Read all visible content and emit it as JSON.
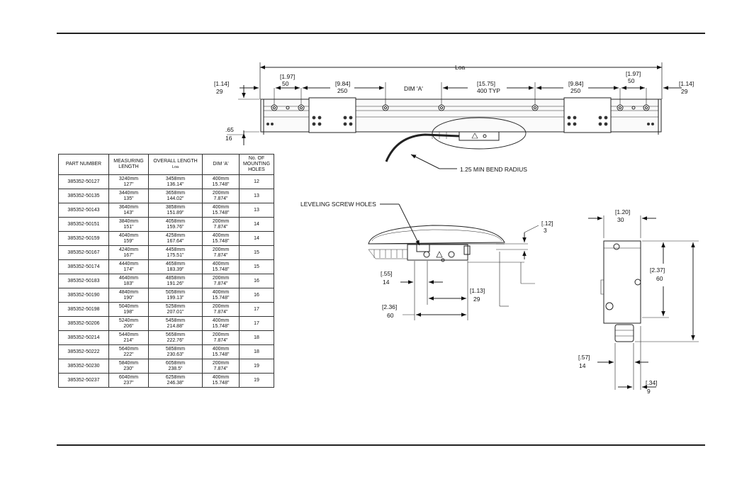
{
  "top": {
    "loa": "Loa",
    "left_end_in": "[1.14]",
    "left_end_mm": "29",
    "right_end_in": "[1.14]",
    "right_end_mm": "29",
    "left_hole_in": "[1.97]",
    "left_hole_mm": "50",
    "right_hole_in": "[1.97]",
    "right_hole_mm": "50",
    "left_pitch_in": "[9.84]",
    "left_pitch_mm": "250",
    "right_pitch_in": "[9.84]",
    "right_pitch_mm": "250",
    "dim_a": "DIM 'A'",
    "typ_in": "[15.75]",
    "typ_mm": "400 TYP",
    "height_in": ".65",
    "height_mm": "16",
    "bend_radius": "1.25 MIN BEND RADIUS"
  },
  "side": {
    "leveling": "LEVELING SCREW HOLES",
    "d12_in": "[.12]",
    "d12_mm": "3",
    "d55_in": "[.55]",
    "d55_mm": "14",
    "d113_in": "[1.13]",
    "d113_mm": "29",
    "d236_in": "[2.36]",
    "d236_mm": "60"
  },
  "end_view": {
    "d120_in": "[1.20]",
    "d120_mm": "30",
    "d237_in": "[2.37]",
    "d237_mm": "60",
    "d57_in": "[.57]",
    "d57_mm": "14",
    "d34_in": "[.34]",
    "d34_mm": "9"
  },
  "table": {
    "headers": {
      "part": "PART NUMBER",
      "measuring": "MEASURING LENGTH",
      "overall": "OVERALL LENGTH",
      "overall_sub": "Loa",
      "dim_a": "DIM 'A'",
      "holes": "No. OF MOUNTING HOLES"
    },
    "rows": [
      {
        "part": "385352-50127",
        "mm": "3240mm",
        "in": "127\"",
        "olmm": "3458mm",
        "olin": "136.14\"",
        "damm": "400mm",
        "dain": "15.748\"",
        "holes": "12"
      },
      {
        "part": "385352-50135",
        "mm": "3440mm",
        "in": "135\"",
        "olmm": "3658mm",
        "olin": "144.02\"",
        "damm": "200mm",
        "dain": "7.874\"",
        "holes": "13"
      },
      {
        "part": "385352-50143",
        "mm": "3640mm",
        "in": "143\"",
        "olmm": "3858mm",
        "olin": "151.89\"",
        "damm": "400mm",
        "dain": "15.748\"",
        "holes": "13"
      },
      {
        "part": "385352-50151",
        "mm": "3840mm",
        "in": "151\"",
        "olmm": "4058mm",
        "olin": "159.76\"",
        "damm": "200mm",
        "dain": "7.874\"",
        "holes": "14"
      },
      {
        "part": "385352-50159",
        "mm": "4040mm",
        "in": "159\"",
        "olmm": "4258mm",
        "olin": "167.64\"",
        "damm": "400mm",
        "dain": "15.748\"",
        "holes": "14"
      },
      {
        "part": "385352-50167",
        "mm": "4240mm",
        "in": "167\"",
        "olmm": "4458mm",
        "olin": "175.51\"",
        "damm": "200mm",
        "dain": "7.874\"",
        "holes": "15"
      },
      {
        "part": "385352-50174",
        "mm": "4440mm",
        "in": "174\"",
        "olmm": "4658mm",
        "olin": "183.39\"",
        "damm": "400mm",
        "dain": "15.748\"",
        "holes": "15"
      },
      {
        "part": "385352-50183",
        "mm": "4640mm",
        "in": "183\"",
        "olmm": "4858mm",
        "olin": "191.26\"",
        "damm": "200mm",
        "dain": "7.874\"",
        "holes": "16"
      },
      {
        "part": "385352-50190",
        "mm": "4840mm",
        "in": "190\"",
        "olmm": "5058mm",
        "olin": "199.13\"",
        "damm": "400mm",
        "dain": "15.748\"",
        "holes": "16"
      },
      {
        "part": "385352-50198",
        "mm": "5040mm",
        "in": "198\"",
        "olmm": "5258mm",
        "olin": "207.01\"",
        "damm": "200mm",
        "dain": "7.874\"",
        "holes": "17"
      },
      {
        "part": "385352-50206",
        "mm": "5240mm",
        "in": "206\"",
        "olmm": "5458mm",
        "olin": "214.88\"",
        "damm": "400mm",
        "dain": "15.748\"",
        "holes": "17"
      },
      {
        "part": "385352-50214",
        "mm": "5440mm",
        "in": "214\"",
        "olmm": "5658mm",
        "olin": "222.76\"",
        "damm": "200mm",
        "dain": "7.874\"",
        "holes": "18"
      },
      {
        "part": "385352-50222",
        "mm": "5640mm",
        "in": "222\"",
        "olmm": "5858mm",
        "olin": "230.63\"",
        "damm": "400mm",
        "dain": "15.748\"",
        "holes": "18"
      },
      {
        "part": "385352-50230",
        "mm": "5840mm",
        "in": "230\"",
        "olmm": "6058mm",
        "olin": "238.5\"",
        "damm": "200mm",
        "dain": "7.874\"",
        "holes": "19"
      },
      {
        "part": "385352-50237",
        "mm": "6040mm",
        "in": "237\"",
        "olmm": "6258mm",
        "olin": "246.38\"",
        "damm": "400mm",
        "dain": "15.748\"",
        "holes": "19"
      }
    ]
  }
}
